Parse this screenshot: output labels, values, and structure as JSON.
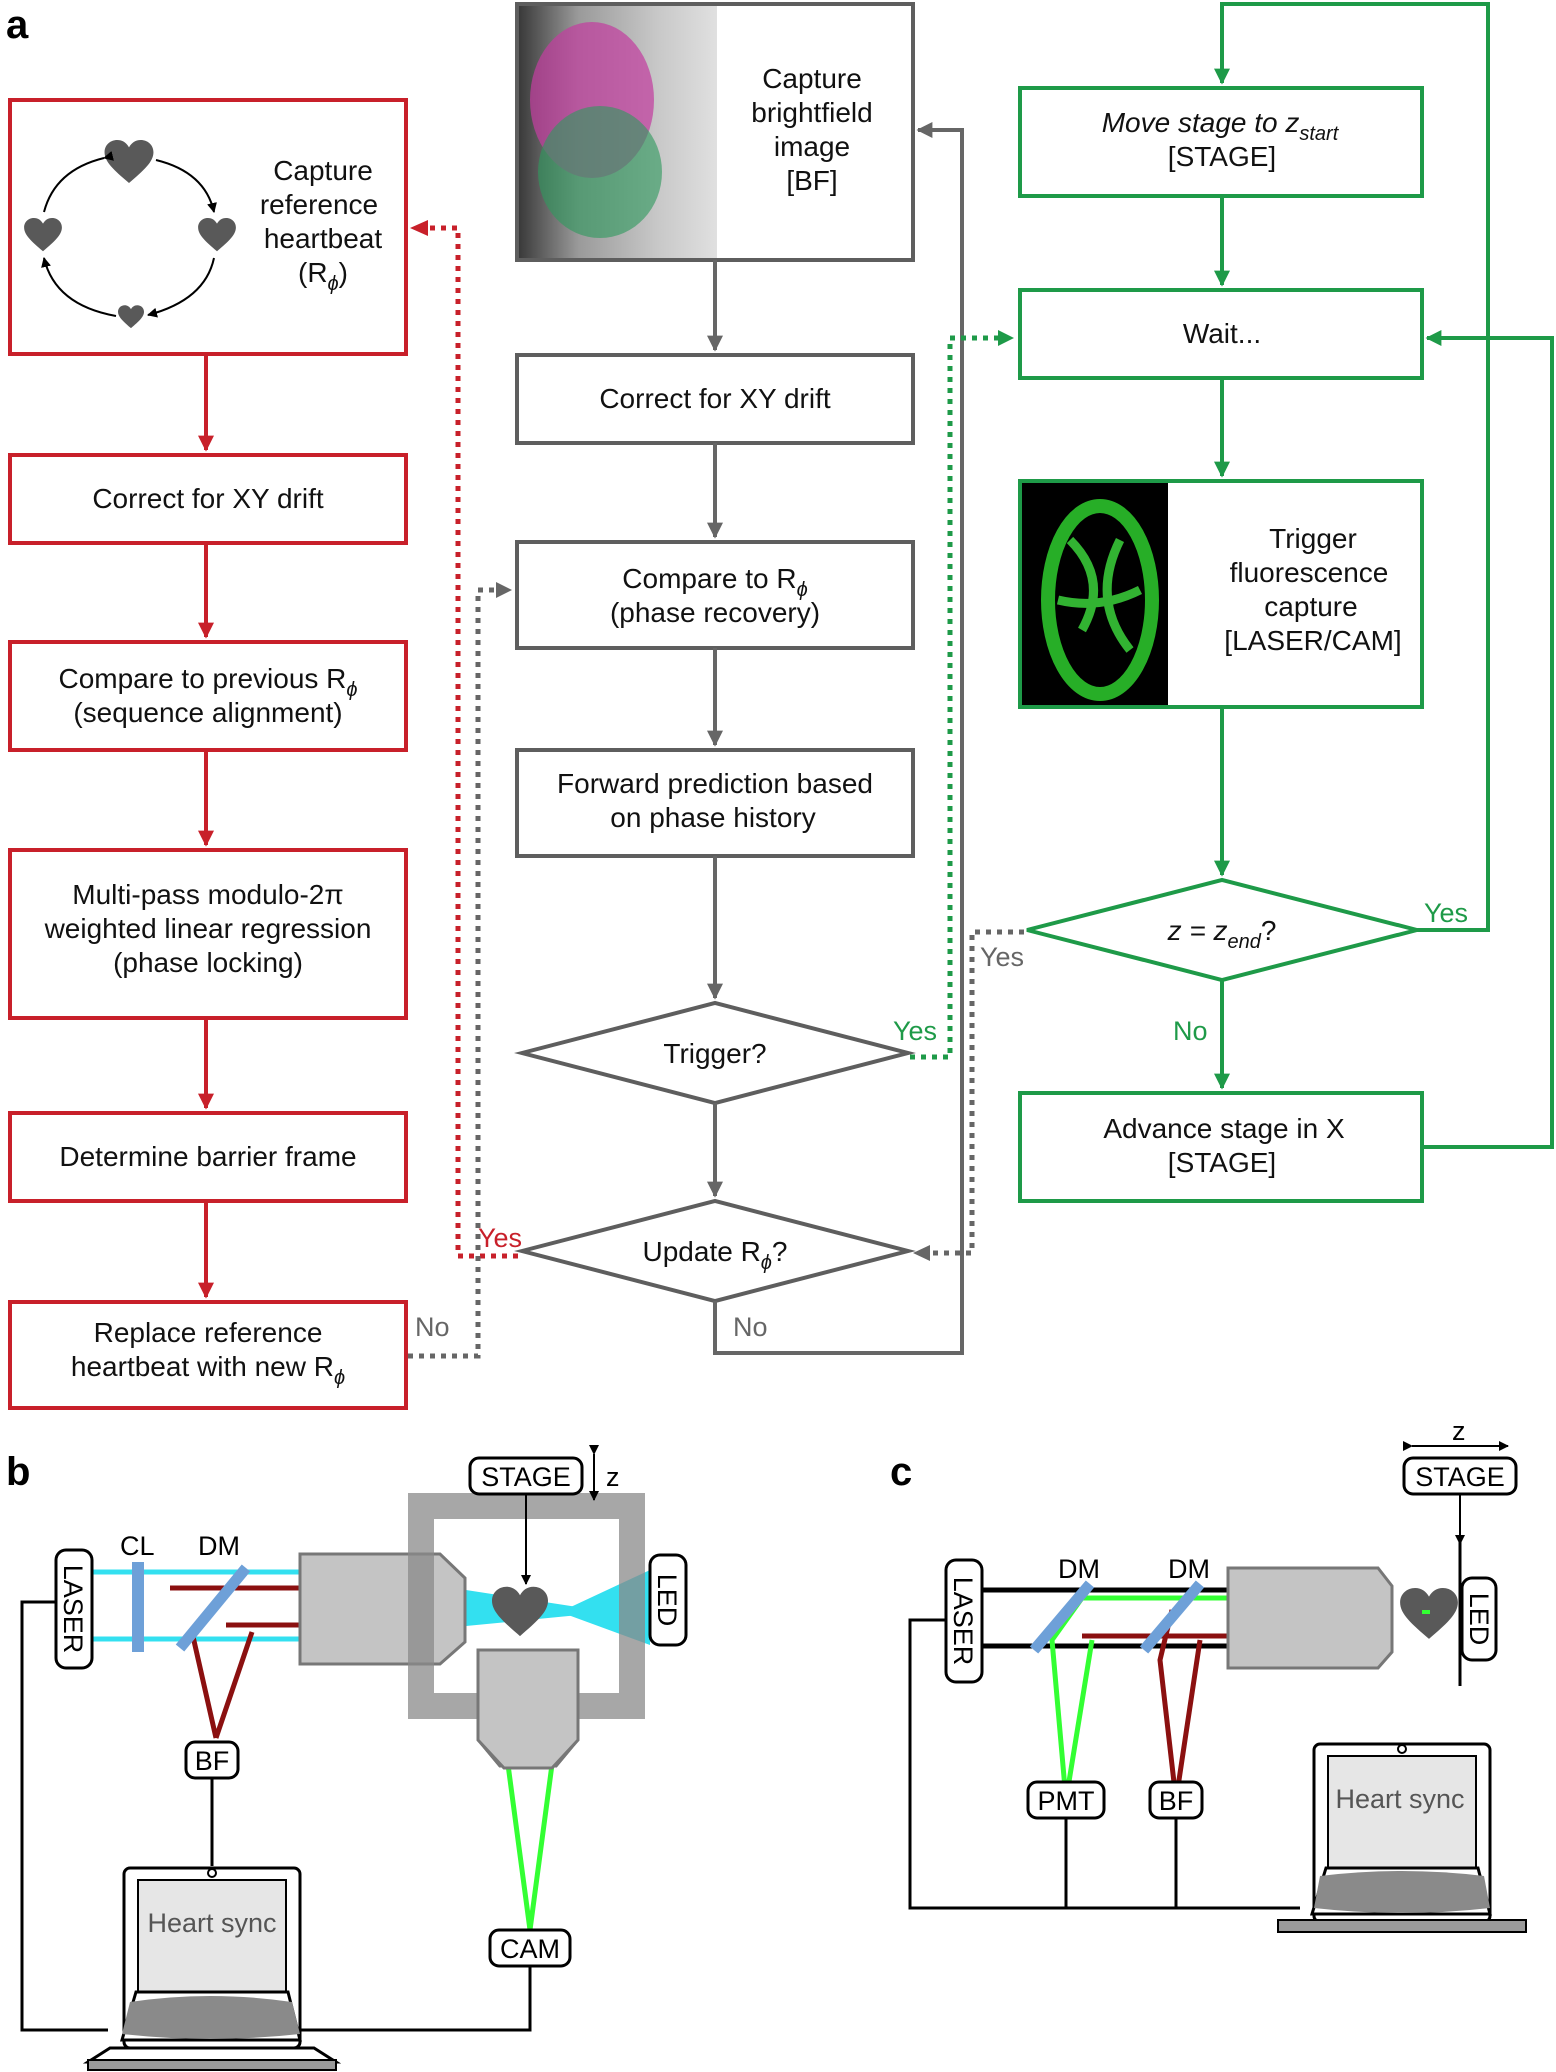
{
  "panels": {
    "a": "a",
    "b": "b",
    "c": "c"
  },
  "flow_red": {
    "capture_ref": [
      "Capture",
      "reference",
      "heartbeat",
      "(R",
      "ϕ",
      ")"
    ],
    "correct_xy": "Correct for XY drift",
    "compare_prev": [
      "Compare to previous R",
      "ϕ",
      "(sequence alignment)"
    ],
    "multipass": [
      "Multi-pass modulo-2π",
      "weighted linear regression",
      "(phase locking)"
    ],
    "barrier": "Determine barrier frame",
    "replace": [
      "Replace reference",
      "heartbeat with new R",
      "ϕ"
    ]
  },
  "flow_gray": {
    "capture_bf": [
      "Capture",
      "brightfield",
      "image",
      "[BF]"
    ],
    "correct_xy": "Correct for XY drift",
    "compare": [
      "Compare to R",
      "ϕ",
      "(phase recovery)"
    ],
    "forward": [
      "Forward prediction based",
      "on phase history"
    ],
    "trigger": "Trigger?",
    "update": [
      "Update R",
      "ϕ",
      "?"
    ]
  },
  "flow_green": {
    "move_stage": [
      "Move stage to z",
      "start",
      "[STAGE]"
    ],
    "wait": "Wait...",
    "trigger_fluor": [
      "Trigger",
      "fluorescence",
      "capture",
      "[LASER/CAM]"
    ],
    "z_end": [
      "z = z",
      "end",
      "?"
    ],
    "advance": [
      "Advance stage in X",
      "[STAGE]"
    ]
  },
  "edge_labels": {
    "yes_green_trigger": "Yes",
    "yes_green_zend": "Yes",
    "no_green": "No",
    "yes_gray": "Yes",
    "yes_red": "Yes",
    "no_gray_left": "No",
    "no_gray_bottom": "No"
  },
  "setup_b": {
    "laser": "LASER",
    "cl": "CL",
    "dm": "DM",
    "bf": "BF",
    "stage": "STAGE",
    "z": "z",
    "led": "LED",
    "cam": "CAM",
    "laptop": "Heart sync"
  },
  "setup_c": {
    "laser": "LASER",
    "dm1": "DM",
    "dm2": "DM",
    "pmt": "PMT",
    "bf": "BF",
    "stage": "STAGE",
    "z": "z",
    "led": "LED",
    "laptop": "Heart sync"
  },
  "colors": {
    "red": "#c8202a",
    "gray": "#5e5e5e",
    "green": "#1e9a48",
    "cyan": "#33e0f0",
    "darkred": "#8b1010",
    "lime": "#33ff33"
  }
}
